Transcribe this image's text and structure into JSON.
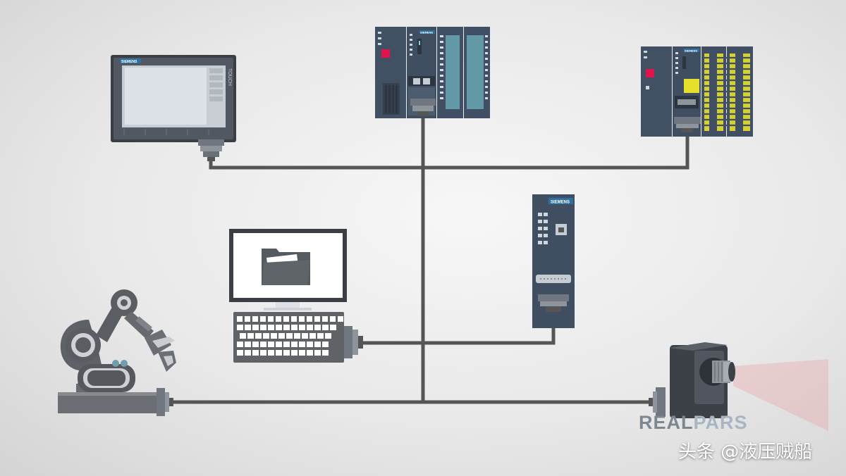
{
  "devices": {
    "hmi": {
      "brand": "SIEMENS",
      "side_label": "TOUCH"
    },
    "plc_top": {
      "brand": "SIEMENS"
    },
    "plc_right": {
      "brand": "SIEMENS"
    },
    "switch": {
      "brand": "SIEMENS"
    }
  },
  "brand_logo": {
    "part1": "REAL",
    "part2": "PARS"
  },
  "watermark": "头条 @液压贼船",
  "colors": {
    "cable": "#555555",
    "device_body": "#3f4b5a",
    "status_red": "#e0144c",
    "io_yellow": "#e6df2c",
    "io_cyan": "#7fd6e0",
    "brand_grey": "#7d8790",
    "brand_blue": "#a8b6c4"
  }
}
